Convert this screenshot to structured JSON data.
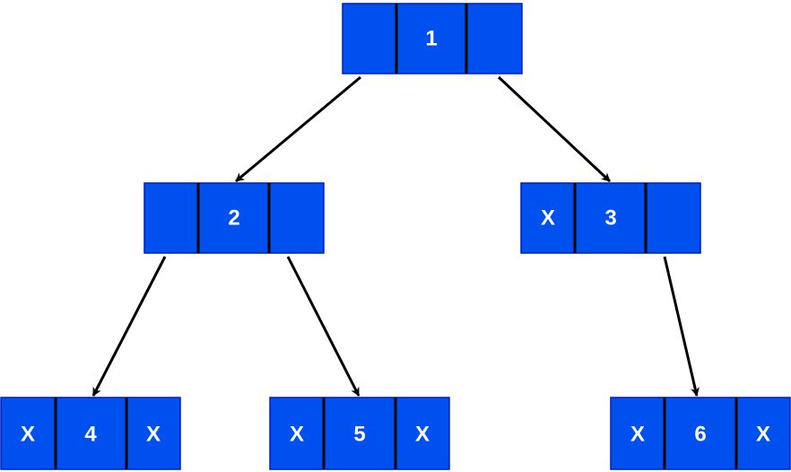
{
  "colors": {
    "node_fill": "#0050EF",
    "node_border": "#001DBC",
    "cell_divider": "#000000",
    "edge": "#000000",
    "text": "#FFFFFF"
  },
  "nodes": [
    {
      "id": "n1",
      "left": "",
      "value": "1",
      "right": ""
    },
    {
      "id": "n2",
      "left": "",
      "value": "2",
      "right": ""
    },
    {
      "id": "n3",
      "left": "X",
      "value": "3",
      "right": ""
    },
    {
      "id": "n4",
      "left": "X",
      "value": "4",
      "right": "X"
    },
    {
      "id": "n5",
      "left": "X",
      "value": "5",
      "right": "X"
    },
    {
      "id": "n6",
      "left": "X",
      "value": "6",
      "right": "X"
    }
  ],
  "edges": [
    {
      "from": "n1",
      "to": "n2"
    },
    {
      "from": "n1",
      "to": "n3"
    },
    {
      "from": "n2",
      "to": "n4"
    },
    {
      "from": "n2",
      "to": "n5"
    },
    {
      "from": "n3",
      "to": "n6"
    }
  ]
}
